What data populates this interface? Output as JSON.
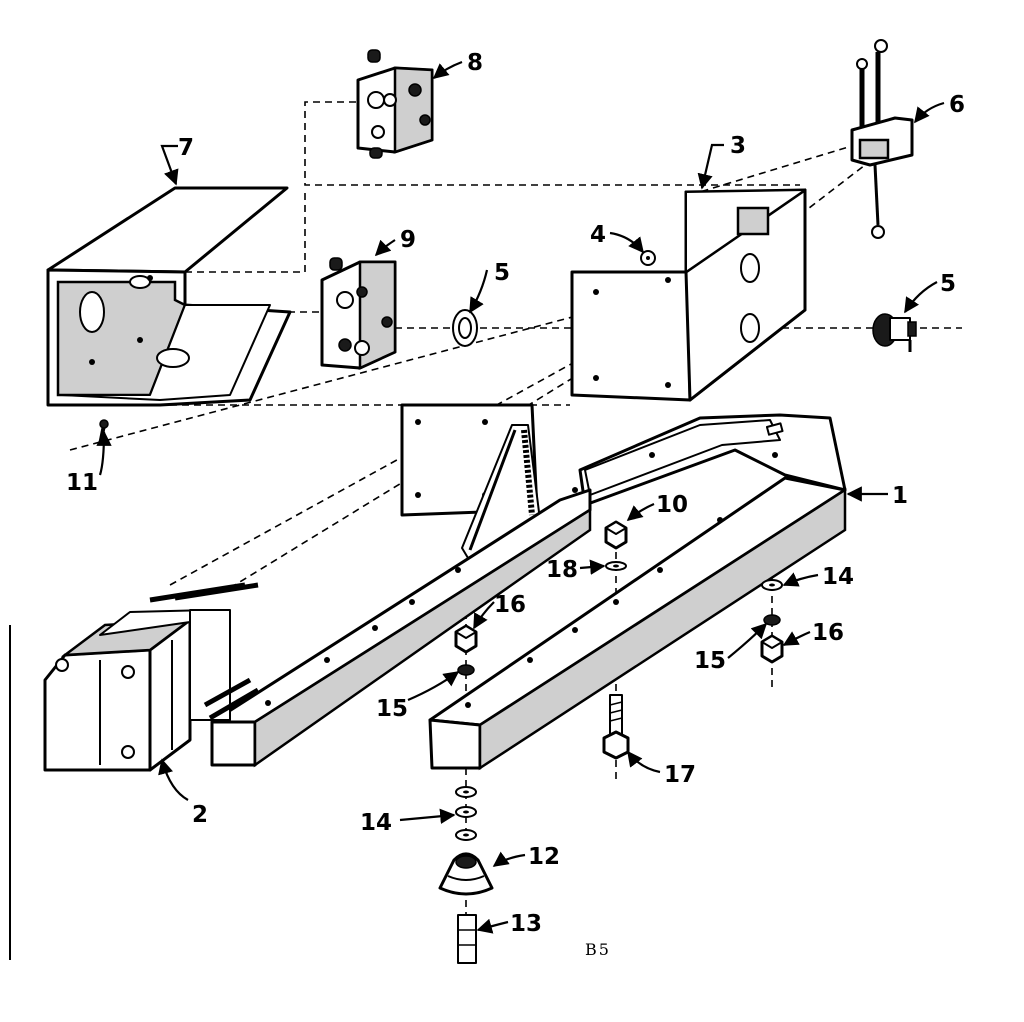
{
  "callouts": {
    "c1": "1",
    "c2": "2",
    "c3": "3",
    "c4": "4",
    "c5a": "5",
    "c5b": "5",
    "c6": "6",
    "c7": "7",
    "c8": "8",
    "c9": "9",
    "c10": "10",
    "c11": "11",
    "c12": "12",
    "c13": "13",
    "c14a": "14",
    "c14b": "14",
    "c15a": "15",
    "c15b": "15",
    "c16a": "16",
    "c16b": "16",
    "c17": "17",
    "c18": "18"
  },
  "figure_code": "B5"
}
